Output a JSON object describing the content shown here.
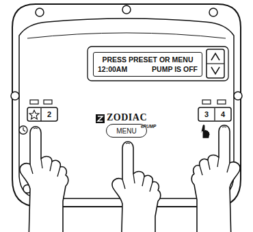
{
  "diagram": {
    "nodes": [
      {
        "text": [
          "PRESS PRESET OR MENU",
          "12:00AM",
          "PUMP IS OFF"
        ]
      },
      {
        "text": [
          "2"
        ]
      },
      {
        "text": [
          "MENU"
        ]
      },
      {
        "text": [
          "3"
        ]
      },
      {
        "text": [
          "4"
        ]
      }
    ],
    "labels": [
      "ZODIAC",
      "ePUMP"
    ]
  }
}
